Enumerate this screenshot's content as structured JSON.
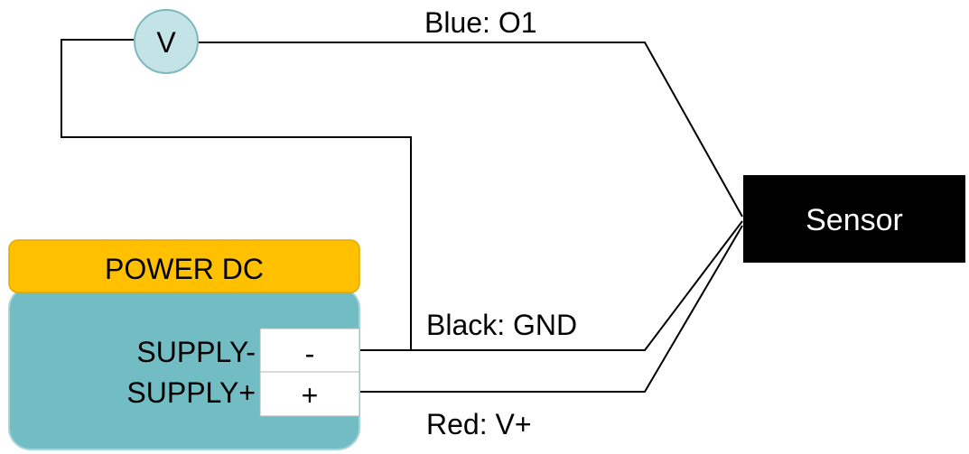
{
  "diagram": {
    "voltmeter": {
      "symbol": "V"
    },
    "sensor": {
      "label": "Sensor"
    },
    "power_supply": {
      "title": "POWER DC",
      "terminals": [
        {
          "name": "SUPPLY-",
          "symbol": "-"
        },
        {
          "name": "SUPPLY+",
          "symbol": "+"
        }
      ]
    },
    "wires": {
      "blue": "Blue: O1",
      "black": "Black: GND",
      "red": "Red: V+"
    },
    "colors": {
      "power_header": "#FFC000",
      "power_body": "#72BCC3",
      "voltmeter_fill": "#C3E3E6",
      "voltmeter_stroke": "#7EB8BF",
      "sensor_fill": "#000000",
      "wire": "#000000"
    }
  }
}
